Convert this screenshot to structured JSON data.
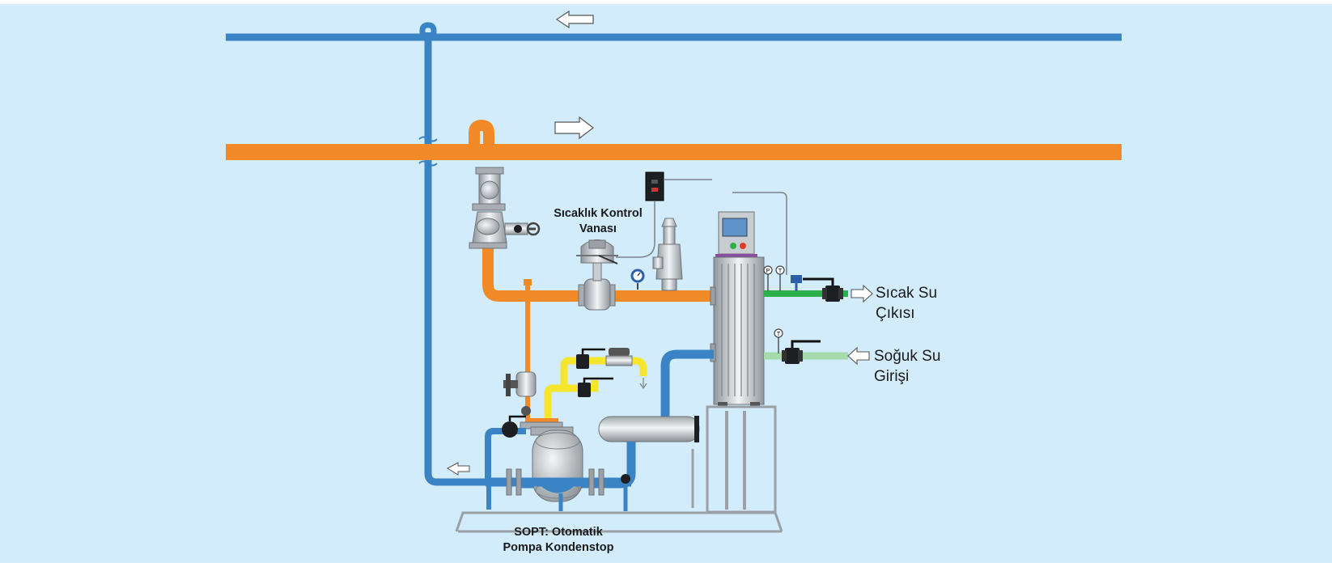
{
  "diagram": {
    "labels": {
      "control_valve_line1": "Sıcaklık Kontrol",
      "control_valve_line2": "Vanası",
      "hot_water_line1": "Sıcak Su",
      "hot_water_line2": "Çıkısı",
      "cold_water_line1": "Soğuk Su",
      "cold_water_line2": "Girişi",
      "pump_line1": "SOPT: Otomatik",
      "pump_line2": "Pompa Kondenstop"
    },
    "gauge_letters": {
      "p": "P",
      "t": "T"
    },
    "icons": {
      "flow_arrow": "hollow-arrow-icon",
      "valve": "ball-valve-icon",
      "gauge": "pressure-gauge-icon",
      "thermometer": "thermometer-icon"
    },
    "colors": {
      "background": "#d3ecfb",
      "condensate_line": "#3a83c5",
      "steam_line": "#f28a28",
      "hot_water_line": "#2db04b",
      "cold_water_line": "#a5dbab",
      "vent_line": "#f6e52d",
      "equipment": "#b9bec2"
    }
  }
}
